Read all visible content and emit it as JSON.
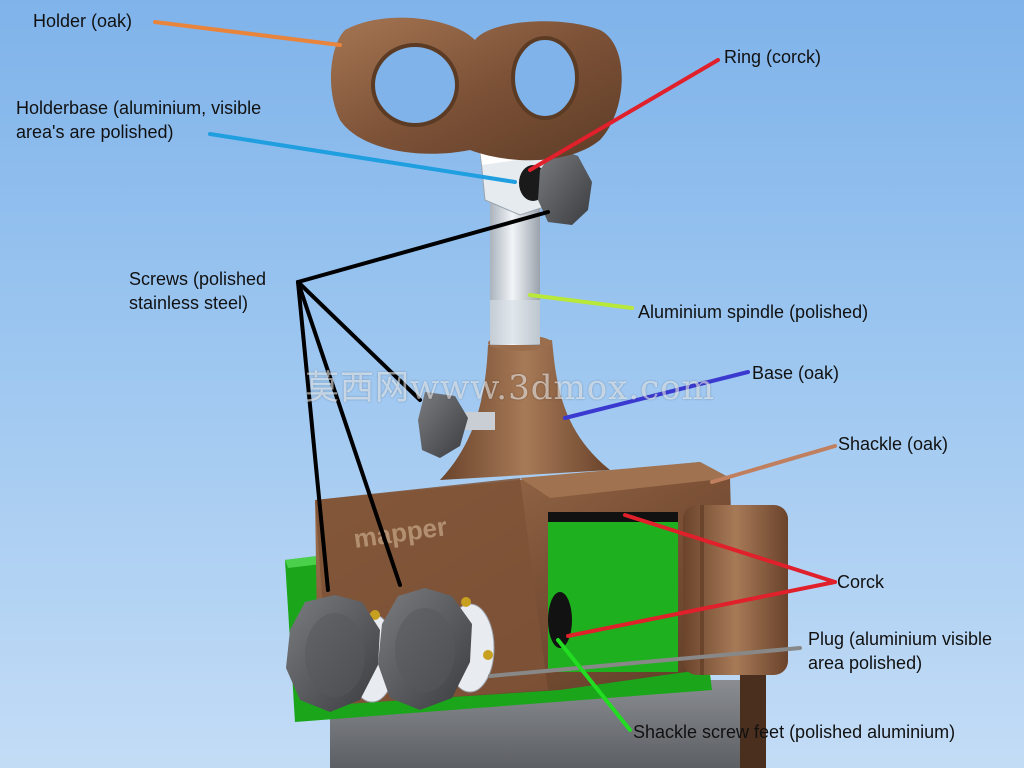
{
  "labels": {
    "holder": "Holder (oak)",
    "ring": "Ring (corck)",
    "holderbase": "Holderbase (aluminium, visible\narea's are polished)",
    "screws": "Screws (polished\nstainless steel)",
    "spindle": "Aluminium spindle (polished)",
    "base": "Base (oak)",
    "shackle": "Shackle (oak)",
    "corck": "Corck",
    "plug": "Plug (aluminium visible\narea polished)",
    "feet": "Shackle screw feet (polished aluminium)"
  },
  "engraving": "mapper",
  "watermark": "莫西网www.3dmox.com",
  "colors": {
    "holder_line": "#e8843c",
    "ring_line": "#e0202a",
    "holderbase_line": "#1f9fe0",
    "screws_line": "#000000",
    "spindle_line": "#b8e83a",
    "base_line": "#3a3ad0",
    "shackle_line": "#c08060",
    "corck_line": "#e0202a",
    "plug_line": "#888888",
    "feet_line": "#22dd22",
    "oak": "#8a5c3c",
    "green_plate": "#22b422"
  }
}
